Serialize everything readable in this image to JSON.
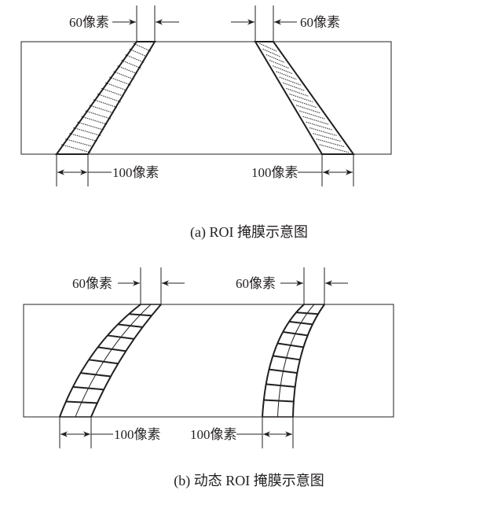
{
  "panel_a": {
    "caption": "(a)  ROI 掩膜示意图",
    "top_left_label": "60像素",
    "top_right_label": "60像素",
    "bottom_left_label": "100像素",
    "bottom_right_label": "100像素"
  },
  "panel_b": {
    "caption": "(b)  动态 ROI 掩膜示意图",
    "top_left_label": "60像素",
    "top_right_label": "60像素",
    "bottom_left_label": "100像素",
    "bottom_right_label": "100像素"
  },
  "colors": {
    "ink": "#231f20",
    "background": "#ffffff"
  }
}
